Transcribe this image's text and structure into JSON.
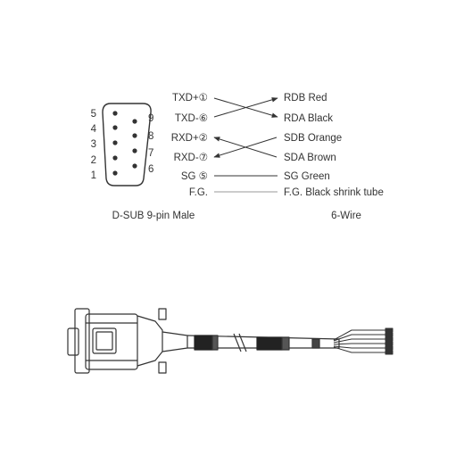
{
  "connector": {
    "left_pin_numbers": [
      "5",
      "4",
      "3",
      "2",
      "1"
    ],
    "right_pin_numbers": [
      "9",
      "8",
      "7",
      "6"
    ],
    "caption": "D-SUB 9-pin Male"
  },
  "signals": [
    {
      "name": "TXD+①",
      "wire": "RDB Red"
    },
    {
      "name": "TXD-⑥",
      "wire": "RDA Black"
    },
    {
      "name": "RXD+②",
      "wire": "SDB Orange"
    },
    {
      "name": "RXD-⑦",
      "wire": "SDA Brown"
    },
    {
      "name": "SG ⑤",
      "wire": "SG Green"
    },
    {
      "name": "F.G.",
      "wire": "F.G. Black shrink tube"
    }
  ],
  "wire_side_caption": "6-Wire",
  "colors": {
    "line": "#333333",
    "light_line": "#999999"
  }
}
